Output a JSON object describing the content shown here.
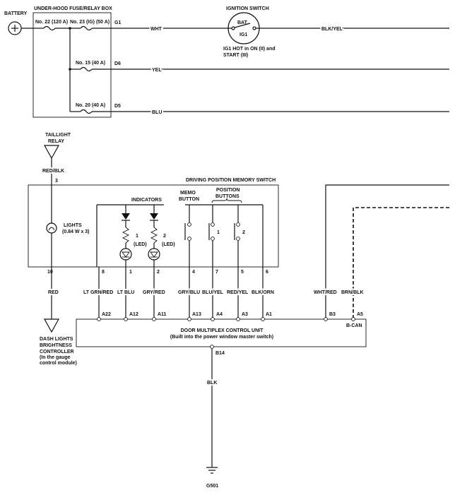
{
  "battery": {
    "label": "BATTERY"
  },
  "fuse_box": {
    "title": "UNDER-HOOD FUSE/RELAY BOX",
    "fuses": [
      "No. 22 (120 A)",
      "No. 23 (IG) (50 A)",
      "No. 15 (40 A)",
      "No. 20 (40 A)"
    ],
    "terminals": [
      "G1",
      "D6",
      "D5"
    ]
  },
  "ignition_switch": {
    "title": "IGNITION SWITCH",
    "bat": "BAT",
    "ig1": "IG1",
    "note_line1": "IG1 HOT in ON (II) and",
    "note_line2": "START (III)"
  },
  "wires": {
    "wht": "WHT",
    "blk_yel": "BLK/YEL",
    "yel": "YEL",
    "blu": "BLU"
  },
  "taillight_relay": {
    "line1": "TAILLIGHT",
    "line2": "RELAY",
    "wire": "RED/BLK",
    "pin": "3"
  },
  "memory_switch": {
    "title": "DRIVING POSITION MEMORY SWITCH",
    "indicators": "INDICATORS",
    "memo_line1": "MEMO",
    "memo_line2": "BUTTON",
    "position_line1": "POSITION",
    "position_line2": "BUTTONS",
    "lights_line1": "LIGHTS",
    "lights_line2": "(0.84 W x 3)",
    "led1_num": "1",
    "led2_num": "2",
    "led_label": "(LED)",
    "pos1": "1",
    "pos2": "2",
    "pins": [
      "10",
      "8",
      "1",
      "2",
      "4",
      "7",
      "5",
      "6"
    ]
  },
  "harness_wires": [
    "RED",
    "LT GRN/RED",
    "LT BLU",
    "GRY/RED",
    "GRY/BLU",
    "BLU/YEL",
    "RED/YEL",
    "BLK/ORN",
    "WHT/RED",
    "BRN/BLK"
  ],
  "control_unit": {
    "title": "DOOR MULTIPLEX CONTROL UNIT",
    "subtitle": "(Built into the power window master switch)",
    "pins": [
      "A22",
      "A12",
      "A11",
      "A13",
      "A4",
      "A3",
      "A1",
      "B3",
      "A5"
    ],
    "bcan": "B-CAN",
    "ground_pin": "B14"
  },
  "dash_controller": {
    "line1": "DASH LIGHTS",
    "line2": "BRIGHTNESS",
    "line3": "CONTROLLER",
    "line4": "(In the gauge",
    "line5": "control module)"
  },
  "ground": {
    "wire": "BLK",
    "label": "G501"
  }
}
